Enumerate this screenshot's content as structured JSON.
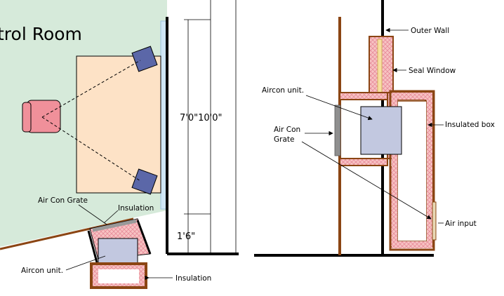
{
  "left_view": {
    "room_title": "trol Room",
    "dimension_main": "7'0\"10'0\"",
    "dimension_small": "1'6\"",
    "labels": {
      "air_con_grate": "Air Con Grate",
      "insulation_top": "Insulation",
      "aircon_unit": "Aircon unit.",
      "insulation_bottom": "Insulation"
    }
  },
  "right_view": {
    "labels": {
      "outer_wall": "Outer Wall",
      "seal_window": "Seal Window",
      "aircon_unit": "Aircon unit.",
      "air_con_grate_line1": "Air Con",
      "air_con_grate_line2": "Grate",
      "insulated_box": "Insulated box",
      "air_input": "Air input"
    }
  },
  "colors": {
    "room_fill": "#d6eada",
    "console_fill": "#fde2c6",
    "speaker_fill": "#5b67a8",
    "chair_fill": "#f0909a",
    "wall_brown": "#8b4513",
    "insulation_pink": "#f2b2b2",
    "unit_fill": "#c2c8e0",
    "window_blue": "#cfe6f5"
  }
}
